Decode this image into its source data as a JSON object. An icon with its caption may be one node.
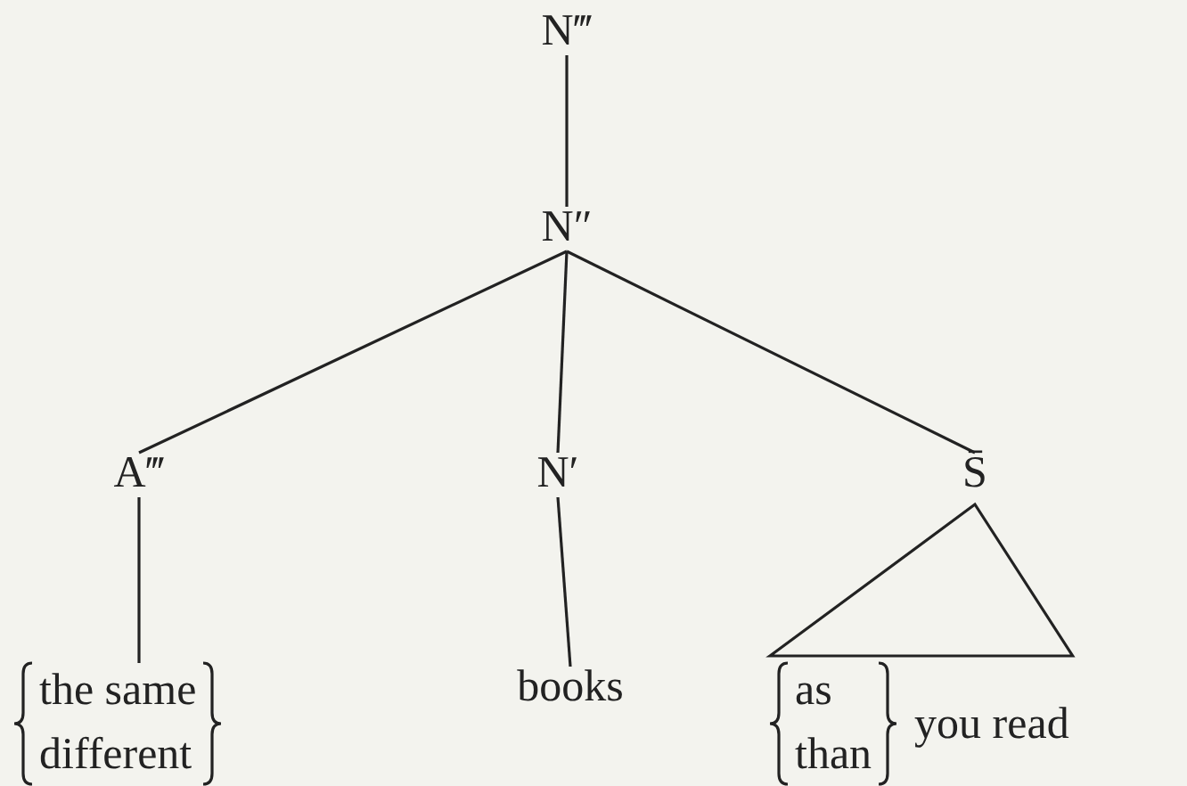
{
  "diagram": {
    "nodes": [
      {
        "text": [
          "N‴"
        ]
      },
      {
        "text": [
          "N″"
        ]
      },
      {
        "text": [
          "A‴"
        ]
      },
      {
        "text": [
          "N′"
        ]
      },
      {
        "text": [
          "S̄"
        ]
      },
      {
        "text": [
          "the same",
          "different"
        ]
      },
      {
        "text": [
          "books"
        ]
      },
      {
        "text": [
          "as",
          "than",
          "you read"
        ]
      }
    ],
    "edges": [
      {
        "from": 0,
        "to": 1,
        "arrow": "none"
      },
      {
        "from": 1,
        "to": 2,
        "arrow": "none"
      },
      {
        "from": 1,
        "to": 3,
        "arrow": "none"
      },
      {
        "from": 1,
        "to": 4,
        "arrow": "none"
      },
      {
        "from": 2,
        "to": 5,
        "arrow": "none"
      },
      {
        "from": 3,
        "to": 6,
        "arrow": "none"
      },
      {
        "from": 4,
        "to": 7,
        "arrow": "none"
      }
    ]
  }
}
